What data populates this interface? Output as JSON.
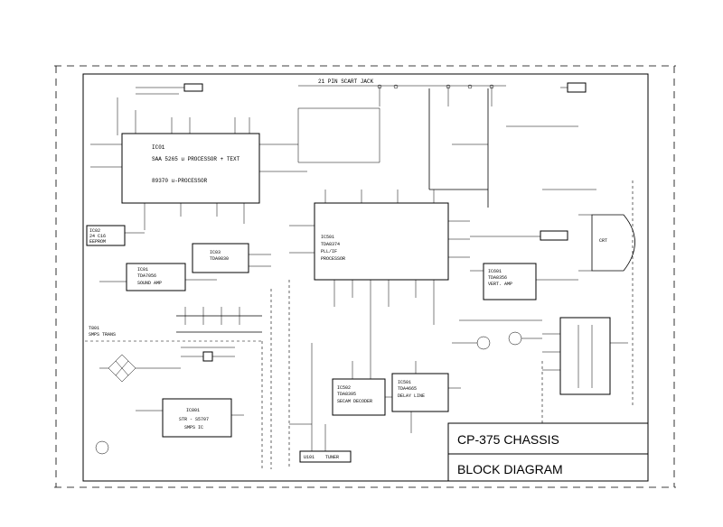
{
  "title_block": {
    "line1": "CP-375 CHASSIS",
    "line2": "BLOCK DIAGRAM"
  },
  "header_label": "21 PIN SCART JACK",
  "blocks": {
    "ic_micro": {
      "ref": "IC01",
      "line1": "SAA 5265  u PROCESSOR  + TEXT",
      "line2": "89370   u-PROCESSOR"
    },
    "ic_eeprom": {
      "ref": "IC02",
      "line1": "24 C16",
      "line2": "EEPROM"
    },
    "ic_sound": {
      "ref": "IC01",
      "line1": "TDA7056",
      "line2": "SOUND AMP"
    },
    "ic_small": {
      "ref": "IC03",
      "line1": "TDA9830"
    },
    "smps_trans": {
      "ref": "T801",
      "line1": "SMPS TRANS"
    },
    "smps_ic": {
      "ref": "IC801",
      "line1": "STR - S5707",
      "line2": "SMPS IC"
    },
    "ic_video": {
      "ref": "IC501",
      "line1": "TDA8374",
      "line2": "PLL/IF",
      "line3": "PROCESSOR"
    },
    "ic_vert": {
      "ref": "IC601",
      "line1": "TDA8356",
      "line2": "VERT. AMP"
    },
    "ic_secam": {
      "ref": "IC502",
      "line1": "TDA8395",
      "line2": "SECAM DECODER"
    },
    "ic_delay": {
      "ref": "IC501",
      "line1": "TDA4665",
      "line2": "DELAY LINE"
    },
    "tuner": {
      "ref": "U101",
      "line1": "TUNER"
    },
    "crt": {
      "label": "CRT"
    }
  }
}
